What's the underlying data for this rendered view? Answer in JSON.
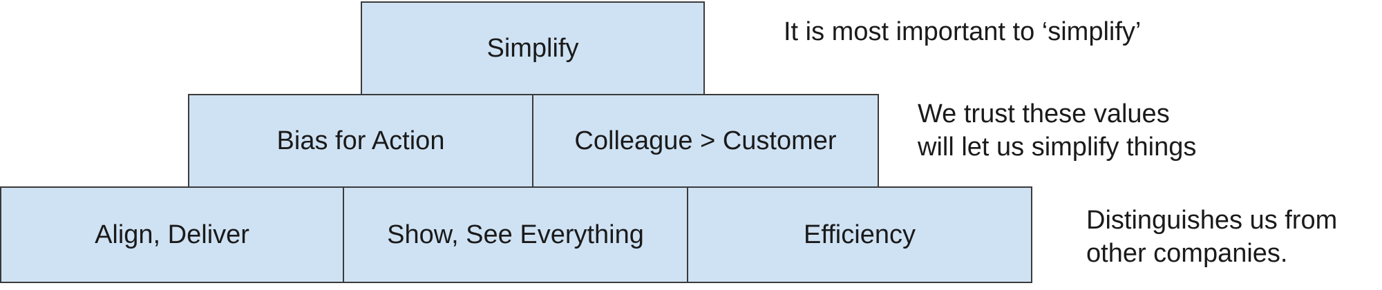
{
  "pyramid": {
    "top": [
      "Simplify"
    ],
    "middle": [
      "Bias for Action",
      "Colleague > Customer"
    ],
    "bottom": [
      "Align, Deliver",
      "Show, See Everything",
      "Efficiency"
    ]
  },
  "notes": {
    "top": "It is most important to ‘simplify’",
    "middle_line1": "We trust these values",
    "middle_line2": "will let us simplify things",
    "bottom_line1": "Distinguishes us from",
    "bottom_line2": "other companies."
  }
}
